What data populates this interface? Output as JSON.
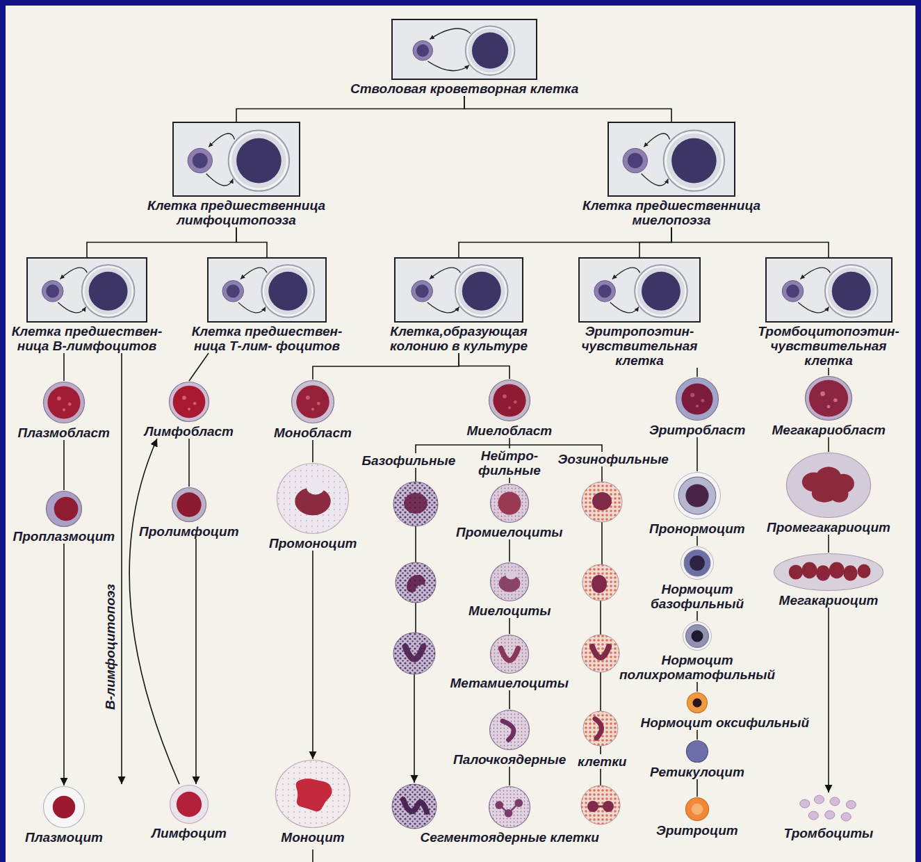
{
  "diagram": {
    "nodes": [
      {
        "text": [
          "Стволовая кроветворная клетка"
        ]
      },
      {
        "text": [
          "Клетка предшественница лимфоцитопоэза"
        ]
      },
      {
        "text": [
          "Клетка предшественница миелопоэза"
        ]
      },
      {
        "text": [
          "Клетка предшествен- ница В-лимфоцитов"
        ]
      },
      {
        "text": [
          "Клетка предшествен- ница Т-лим- фоцитов"
        ]
      },
      {
        "text": [
          "Клетка,образующая колонию в культуре"
        ]
      },
      {
        "text": [
          "Эритропоэтин- чувствительная клетка"
        ]
      },
      {
        "text": [
          "Тромбоцитопоэтин- чувствительная клетка"
        ]
      },
      {
        "text": [
          "Плазмобласт"
        ]
      },
      {
        "text": [
          "Лимфобласт"
        ]
      },
      {
        "text": [
          "Монобласт"
        ]
      },
      {
        "text": [
          "Миелобласт"
        ]
      },
      {
        "text": [
          "Эритробласт"
        ]
      },
      {
        "text": [
          "Мегакариобласт"
        ]
      },
      {
        "text": [
          "Проплазмоцит"
        ]
      },
      {
        "text": [
          "Пролимфоцит"
        ]
      },
      {
        "text": [
          "Промоноцит"
        ]
      },
      {
        "text": [
          "Промиелоциты"
        ]
      },
      {
        "text": [
          "Пронормоцит"
        ]
      },
      {
        "text": [
          "Промегакариоцит"
        ]
      },
      {
        "text": [
          "Нормоцит базофильный"
        ]
      },
      {
        "text": [
          "Мегакариоцит"
        ]
      },
      {
        "text": [
          "Миелоциты"
        ]
      },
      {
        "text": [
          "Нормоцит полихроматофильный"
        ]
      },
      {
        "text": [
          "Метамиелоциты"
        ]
      },
      {
        "text": [
          "Нормоцит оксифильный"
        ]
      },
      {
        "text": [
          "Палочкоядерные"
        ]
      },
      {
        "text": [
          "Ретикулоцит"
        ]
      },
      {
        "text": [
          "Плазмоцит"
        ]
      },
      {
        "text": [
          "Лимфоцит"
        ]
      },
      {
        "text": [
          "Моноцит"
        ]
      },
      {
        "text": [
          "Сегментоядерные клетки"
        ]
      },
      {
        "text": [
          "Эритроцит"
        ]
      },
      {
        "text": [
          "Тромбоциты"
        ]
      }
    ],
    "edges": [
      {
        "from": 0,
        "to": 1,
        "arrow": "none"
      },
      {
        "from": 0,
        "to": 2,
        "arrow": "none"
      },
      {
        "from": 1,
        "to": 3,
        "arrow": "none"
      },
      {
        "from": 1,
        "to": 4,
        "arrow": "none"
      },
      {
        "from": 2,
        "to": 5,
        "arrow": "none"
      },
      {
        "from": 2,
        "to": 6,
        "arrow": "none"
      },
      {
        "from": 2,
        "to": 7,
        "arrow": "none"
      },
      {
        "from": 3,
        "to": 8,
        "arrow": "none"
      },
      {
        "from": 3,
        "to": 29,
        "arrow": "to",
        "label": "В-лимфоцитопоэз"
      },
      {
        "from": 4,
        "to": 9,
        "arrow": "none"
      },
      {
        "from": 29,
        "to": 9,
        "arrow": "to"
      },
      {
        "from": 5,
        "to": 10,
        "arrow": "none"
      },
      {
        "from": 5,
        "to": 11,
        "arrow": "none"
      },
      {
        "from": 6,
        "to": 12,
        "arrow": "none"
      },
      {
        "from": 7,
        "to": 13,
        "arrow": "none"
      },
      {
        "from": 8,
        "to": 14,
        "arrow": "none"
      },
      {
        "from": 14,
        "to": 28,
        "arrow": "to"
      },
      {
        "from": 9,
        "to": 15,
        "arrow": "none"
      },
      {
        "from": 15,
        "to": 29,
        "arrow": "to"
      },
      {
        "from": 10,
        "to": 16,
        "arrow": "none"
      },
      {
        "from": 16,
        "to": 30,
        "arrow": "to"
      },
      {
        "from": 11,
        "to": 17,
        "arrow": "none"
      },
      {
        "from": 17,
        "to": 22,
        "arrow": "none"
      },
      {
        "from": 22,
        "to": 24,
        "arrow": "none"
      },
      {
        "from": 24,
        "to": 26,
        "arrow": "none"
      },
      {
        "from": 26,
        "to": 31,
        "arrow": "none"
      },
      {
        "from": 12,
        "to": 18,
        "arrow": "none"
      },
      {
        "from": 18,
        "to": 20,
        "arrow": "none"
      },
      {
        "from": 20,
        "to": 23,
        "arrow": "none"
      },
      {
        "from": 23,
        "to": 25,
        "arrow": "none"
      },
      {
        "from": 25,
        "to": 27,
        "arrow": "none"
      },
      {
        "from": 27,
        "to": 32,
        "arrow": "none"
      },
      {
        "from": 13,
        "to": 19,
        "arrow": "none"
      },
      {
        "from": 19,
        "to": 21,
        "arrow": "none"
      },
      {
        "from": 21,
        "to": 33,
        "arrow": "to"
      }
    ],
    "labels": [
      "Базофильные",
      "Нейтро- фильные",
      "Эозинофильные",
      "клетки"
    ]
  }
}
